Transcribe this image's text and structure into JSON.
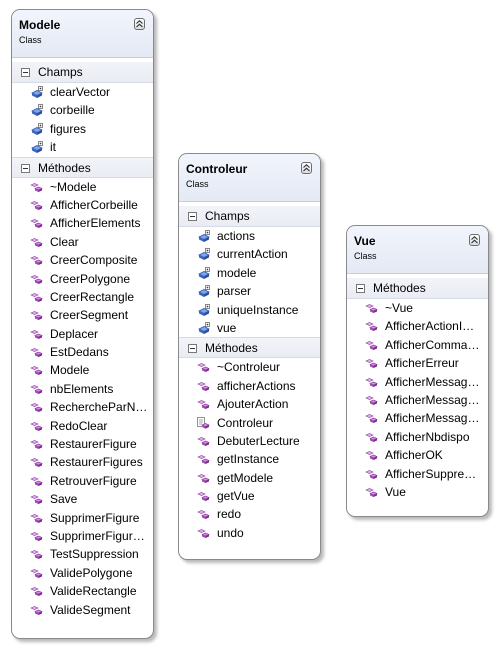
{
  "classes": {
    "modele": {
      "name": "Modele",
      "stereotype": "Class",
      "fields_header": "Champs",
      "fields": [
        "clearVector",
        "corbeille",
        "figures",
        "it"
      ],
      "methods_header": "Méthodes",
      "methods": [
        "~Modele",
        "AfficherCorbeille",
        "AfficherElements",
        "Clear",
        "CreerComposite",
        "CreerPolygone",
        "CreerRectangle",
        "CreerSegment",
        "Deplacer",
        "EstDedans",
        "Modele",
        "nbElements",
        "RechercheParN…",
        "RedoClear",
        "RestaurerFigure",
        "RestaurerFigures",
        "RetrouverFigure",
        "Save",
        "SupprimerFigure",
        "SupprimerFigur…",
        "TestSuppression",
        "ValidePolygone",
        "ValideRectangle",
        "ValideSegment"
      ]
    },
    "controleur": {
      "name": "Controleur",
      "stereotype": "Class",
      "fields_header": "Champs",
      "fields": [
        "actions",
        "currentAction",
        "modele",
        "parser",
        "uniqueInstance",
        "vue"
      ],
      "methods_header": "Méthodes",
      "methods": [
        "~Controleur",
        "afficherActions",
        "AjouterAction",
        "Controleur",
        "DebuterLecture",
        "getInstance",
        "getModele",
        "getVue",
        "redo",
        "undo"
      ]
    },
    "vue": {
      "name": "Vue",
      "stereotype": "Class",
      "methods_header": "Méthodes",
      "methods": [
        "~Vue",
        "AfficherActionI…",
        "AfficherComma…",
        "AfficherErreur",
        "AfficherMessag…",
        "AfficherMessag…",
        "AfficherMessag…",
        "AfficherNbdispo",
        "AfficherOK",
        "AfficherSuppre…",
        "Vue"
      ]
    }
  },
  "icons": {
    "field": "field-icon",
    "method": "method-icon",
    "constructor": "constructor-icon"
  },
  "colors": {
    "method_icon": "#a04fb0",
    "field_icon": "#3d66c4",
    "header_bg": "#e4e9f4"
  }
}
